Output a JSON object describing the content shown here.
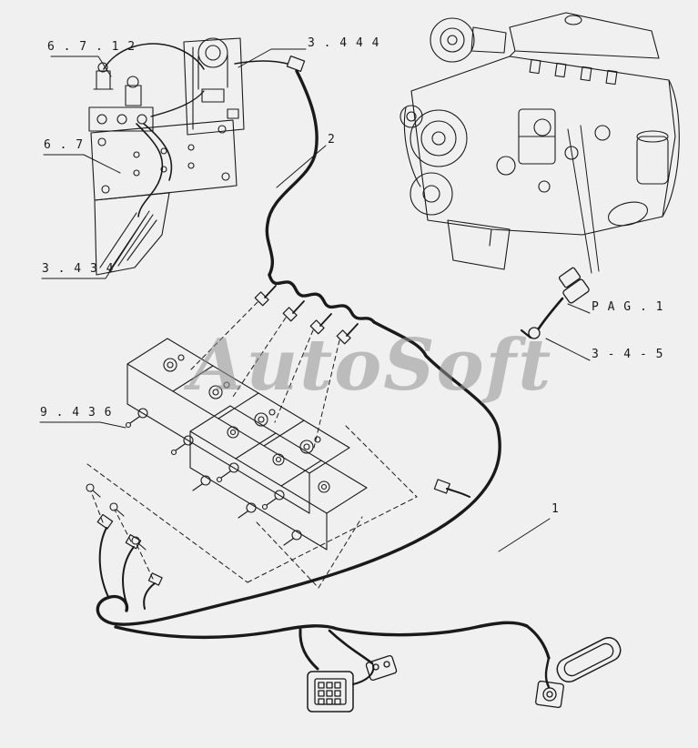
{
  "drawing": {
    "watermark": "AutoSoft",
    "background_color": "#f0f0f0",
    "line_color": "#1a1a1a",
    "watermark_color": "rgba(145,145,145,0.55)",
    "callouts": [
      {
        "id": "6-7-12",
        "text": "6 . 7 . 1 2"
      },
      {
        "id": "3-444",
        "text": "3 . 4 4 4"
      },
      {
        "id": "2",
        "text": "2"
      },
      {
        "id": "6-7",
        "text": "6 . 7"
      },
      {
        "id": "3-434",
        "text": "3 . 4 3 4"
      },
      {
        "id": "pag-1",
        "text": "P A G . 1"
      },
      {
        "id": "3-4-5",
        "text": "3 - 4 - 5"
      },
      {
        "id": "9-436",
        "text": "9 . 4 3 6"
      },
      {
        "id": "1",
        "text": "1"
      }
    ]
  }
}
